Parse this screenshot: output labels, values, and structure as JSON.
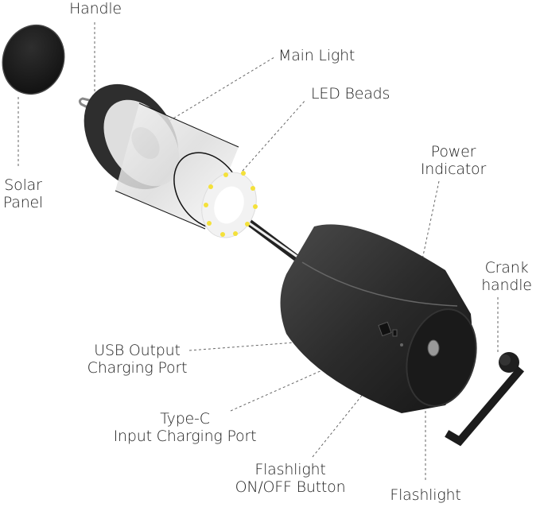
{
  "diagram": {
    "type": "exploded-product-diagram",
    "subject": "hand-crank solar camping lantern",
    "colors": {
      "background": "#ffffff",
      "text": "#1e1e1e",
      "body": "#2a2a2a",
      "led": "#f4e13a",
      "leader_line": "#555555"
    },
    "labels": {
      "handle": "Handle",
      "main_light": "Main Light",
      "led_beads": "LED Beads",
      "power_indicator_1": "Power",
      "power_indicator_2": "Indicator",
      "solar_panel_1": "Solar",
      "solar_panel_2": "Panel",
      "crank_handle_1": "Crank",
      "crank_handle_2": "handle",
      "usb_output_1": "USB Output",
      "usb_output_2": "Charging Port",
      "type_c_1": "Type-C",
      "type_c_2": "Input Charging Port",
      "flash_button_1": "Flashlight",
      "flash_button_2": "ON/OFF Button",
      "flashlight": "Flashlight"
    },
    "parts": [
      "Solar Panel",
      "Handle",
      "Main Light",
      "LED Beads",
      "Power Indicator",
      "Crank handle",
      "USB Output Charging Port",
      "Type-C Input Charging Port",
      "Flashlight ON/OFF Button",
      "Flashlight"
    ]
  }
}
